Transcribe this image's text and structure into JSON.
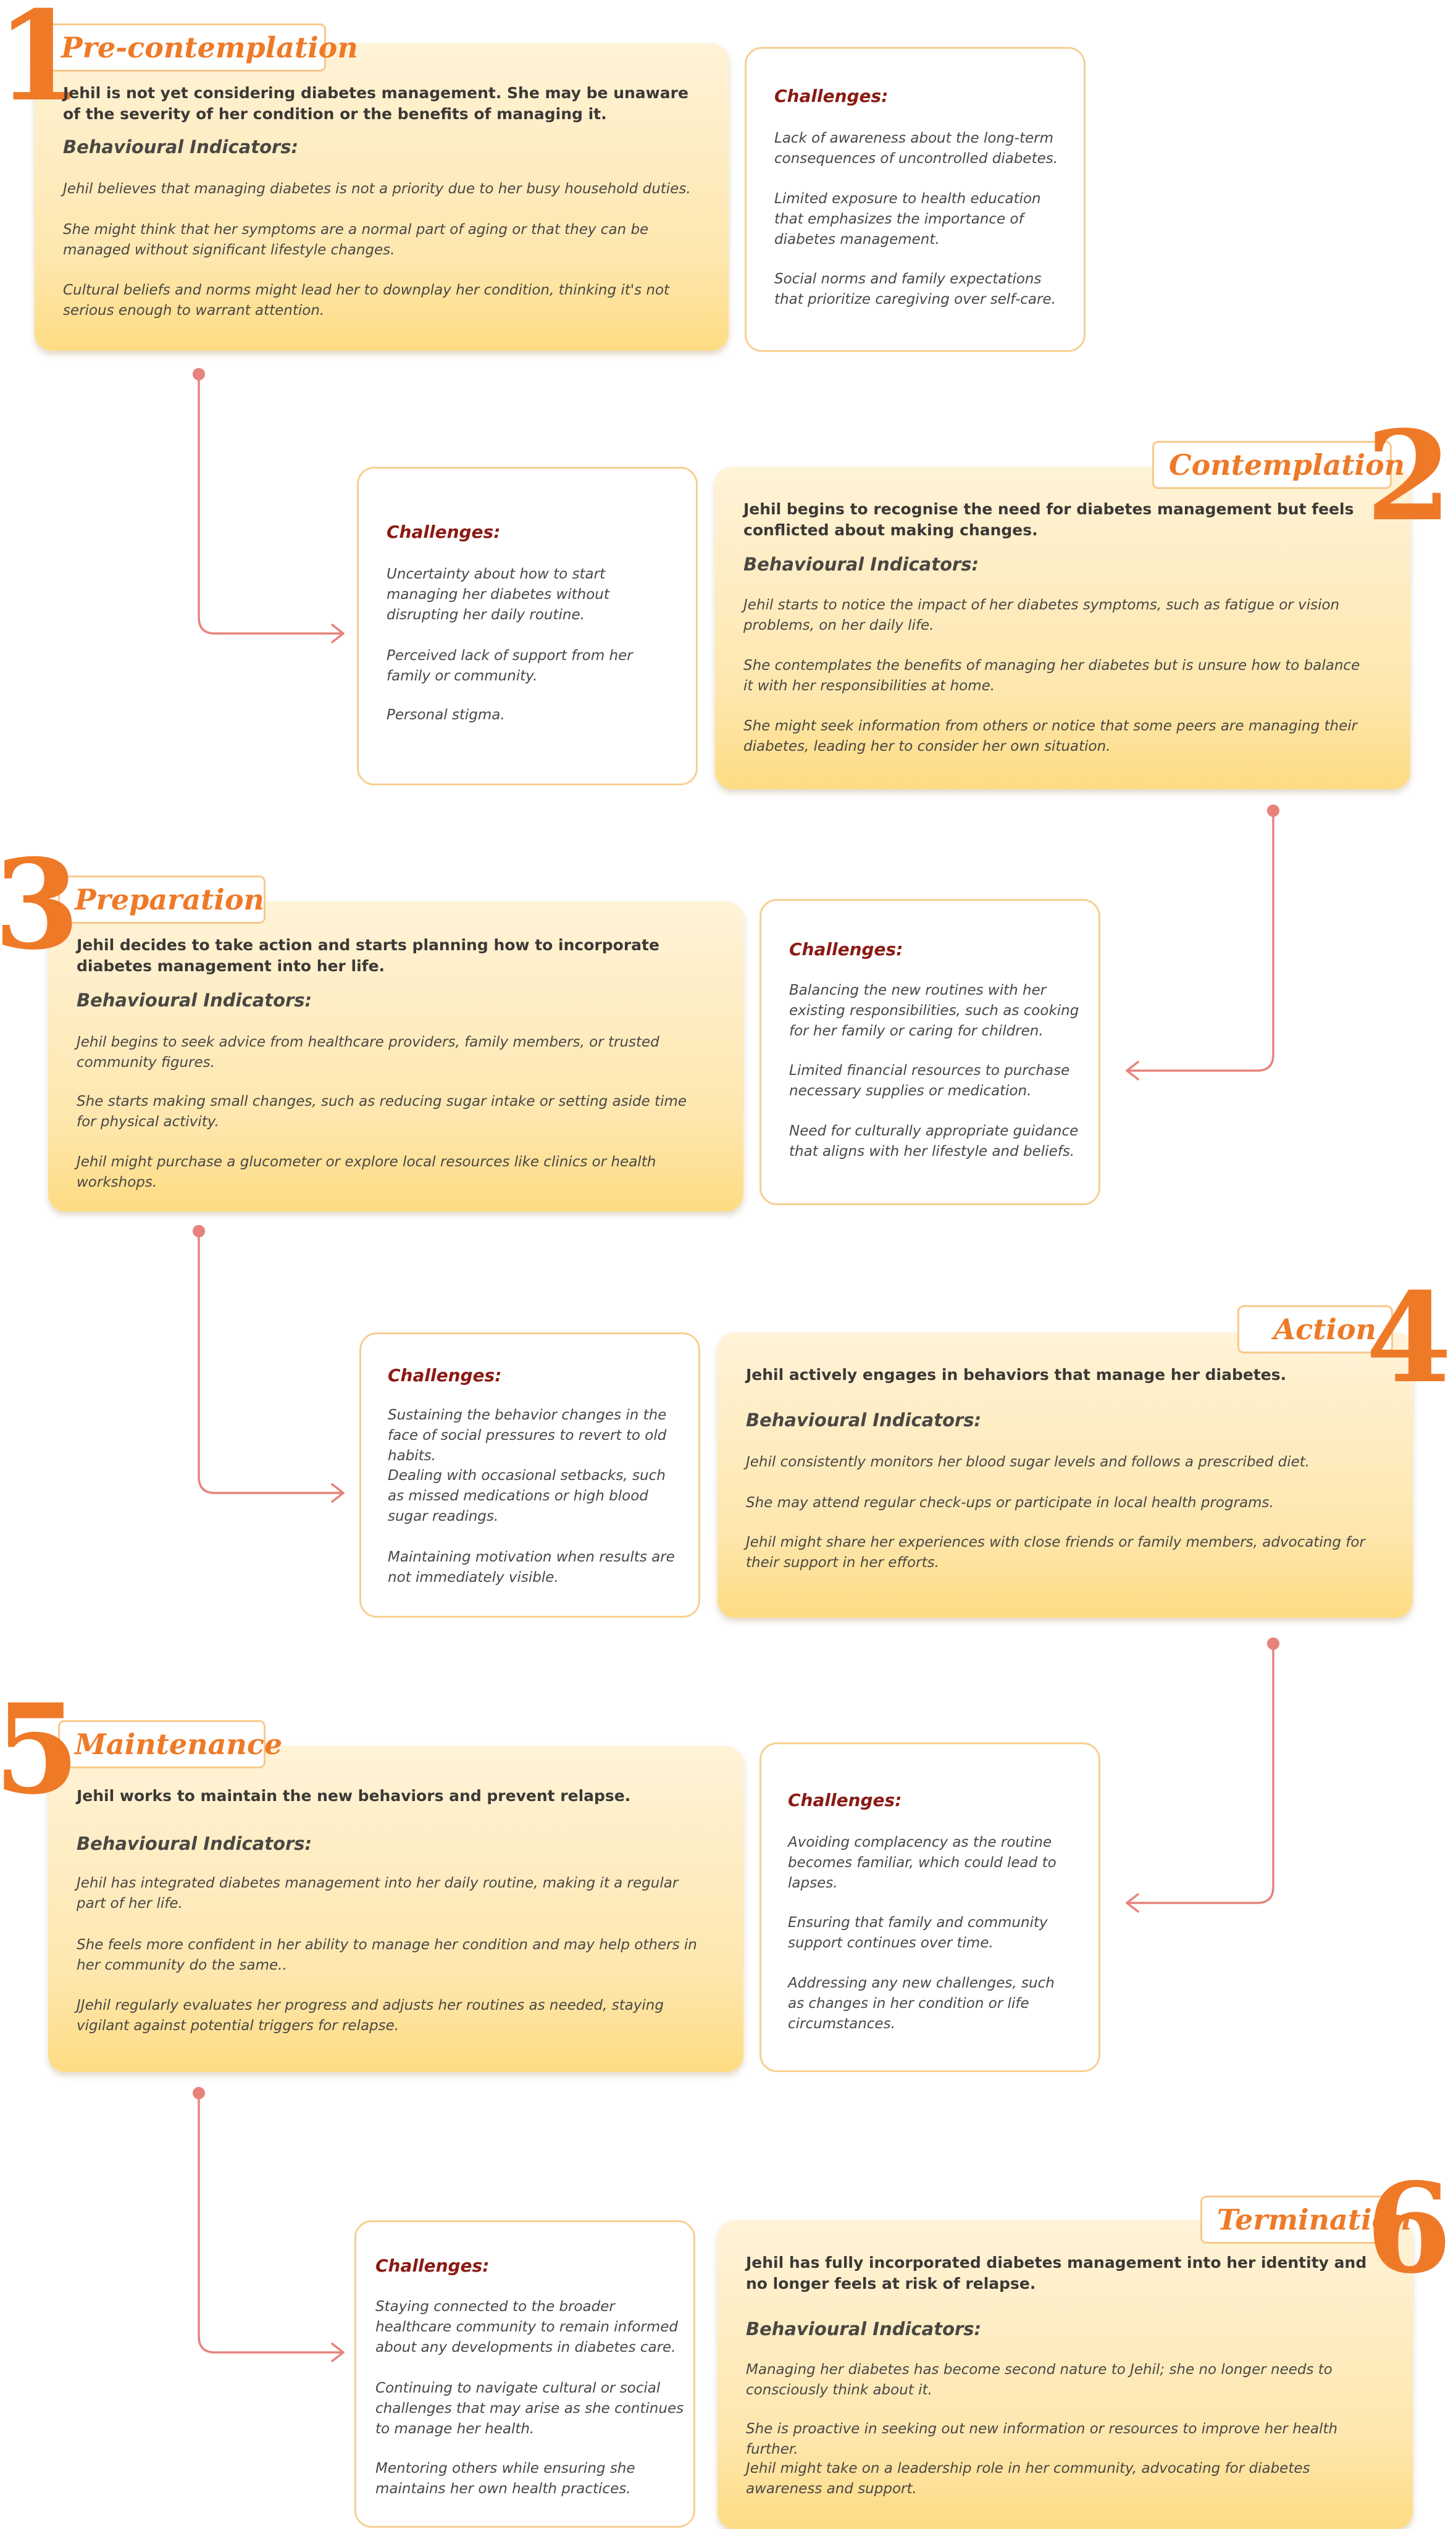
{
  "stages": [
    {
      "number": "1",
      "name": "Pre-contemplation",
      "lead": "Jehil is not yet considering diabetes management. She may be unaware of the severity of her condition or the benefits of managing it.",
      "indicators_heading": "Behavioural Indicators:",
      "indicators": [
        "Jehil believes that managing diabetes is not a priority due to her busy household duties.",
        "She might think that her symptoms are a normal part of aging or that they can be managed without significant lifestyle changes.",
        "Cultural beliefs and norms might lead her to downplay her condition, thinking it's not serious enough to warrant attention."
      ],
      "challenges_heading": "Challenges:",
      "challenges": [
        "Lack of awareness about the long-term consequences of uncontrolled diabetes.",
        "Limited exposure to health education that emphasizes the importance of diabetes management.",
        "Social norms and family expectations that prioritize caregiving over self-care."
      ]
    },
    {
      "number": "2",
      "name": "Contemplation",
      "lead": "Jehil begins to recognise the need for diabetes management but feels conflicted about making changes.",
      "indicators_heading": "Behavioural Indicators:",
      "indicators": [
        "Jehil starts to notice the impact of her diabetes symptoms, such as fatigue or vision problems, on her daily life.",
        "She contemplates the benefits of managing her diabetes but is unsure how to balance it with her responsibilities at home.",
        "She might seek information from others or notice that some peers are managing their diabetes, leading her to consider her own situation."
      ],
      "challenges_heading": "Challenges:",
      "challenges": [
        "Uncertainty about how to start managing her diabetes without disrupting her daily routine.",
        "Perceived lack of support from her family or community.",
        "Personal stigma."
      ]
    },
    {
      "number": "3",
      "name": "Preparation",
      "lead": "Jehil decides to take action and starts planning how to incorporate diabetes management into her life.",
      "indicators_heading": "Behavioural Indicators:",
      "indicators": [
        "Jehil begins to seek advice from healthcare providers, family members, or trusted community figures.",
        "She starts making small changes, such as reducing sugar intake or setting aside time for physical activity.",
        "Jehil might purchase a glucometer or explore local resources like clinics or health workshops."
      ],
      "challenges_heading": "Challenges:",
      "challenges": [
        "Balancing the new routines with her existing responsibilities, such as cooking for her family or caring for children.",
        "Limited financial resources to purchase necessary supplies or medication.",
        "Need for culturally appropriate guidance that aligns with her lifestyle and beliefs."
      ]
    },
    {
      "number": "4",
      "name": "Action",
      "lead": "Jehil actively engages in behaviors that manage her diabetes.",
      "indicators_heading": "Behavioural Indicators:",
      "indicators": [
        "Jehil consistently monitors her blood sugar levels and follows a prescribed diet.",
        "She may attend regular check-ups or participate in local health programs.",
        "Jehil might share her experiences with close friends or family members, advocating for their support in her efforts."
      ],
      "challenges_heading": "Challenges:",
      "challenges": [
        "Sustaining the behavior changes in the face of social pressures to revert to old habits.",
        "Dealing with occasional setbacks, such as missed medications or high blood sugar readings.",
        "Maintaining motivation when results are not immediately visible."
      ]
    },
    {
      "number": "5",
      "name": "Maintenance",
      "lead": "Jehil works to maintain the new behaviors and prevent relapse.",
      "indicators_heading": "Behavioural Indicators:",
      "indicators": [
        "Jehil has integrated diabetes management into her daily routine, making it a regular part of her life.",
        "She feels more confident in her ability to manage her condition and may help others in her community do the same..",
        "JJehil regularly evaluates her progress and adjusts her routines as needed, staying vigilant against potential triggers for relapse."
      ],
      "challenges_heading": "Challenges:",
      "challenges": [
        "Avoiding complacency as the routine becomes familiar, which could lead to lapses.",
        "Ensuring that family and community support continues over time.",
        "Addressing any new challenges, such as changes in her condition or life circumstances."
      ]
    },
    {
      "number": "6",
      "name": "Termination",
      "lead": "Jehil has fully incorporated diabetes management into her identity and no longer feels at risk of relapse.",
      "indicators_heading": "Behavioural Indicators:",
      "indicators": [
        "Managing her diabetes has become second nature to Jehil; she no longer needs to consciously think about it.",
        "She is proactive in seeking out new information or resources to improve her health further.",
        "Jehil might take on a leadership role in her community, advocating for diabetes awareness and support."
      ],
      "challenges_heading": "Challenges:",
      "challenges": [
        "Staying connected to the broader healthcare community to remain informed about any developments in diabetes care.",
        "Continuing to navigate cultural or social challenges that may arise as she continues to manage her health.",
        "Mentoring others while ensuring she maintains her own health practices."
      ]
    }
  ],
  "colors": {
    "stage_orange": "#ee7a28",
    "challenge_title": "#8b1a14",
    "connector": "#e7837c",
    "card_top": "#fff3d8",
    "card_bottom": "#fedc83"
  }
}
